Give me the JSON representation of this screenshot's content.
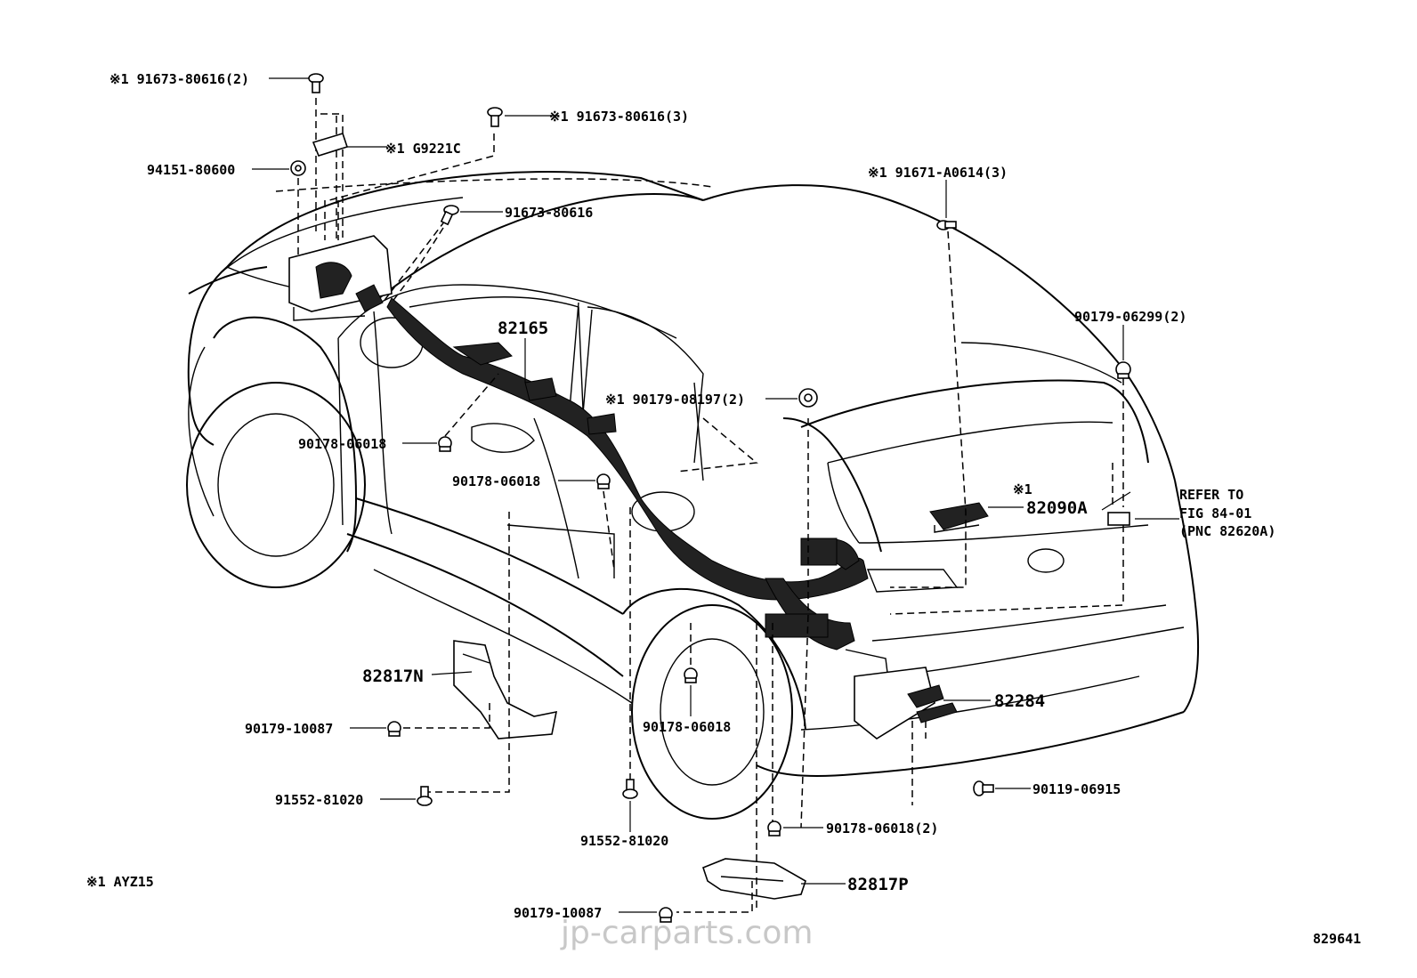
{
  "labels": {
    "l01": "※1 91673-80616(2)",
    "l02": "※1 91673-80616(3)",
    "l03": "※1 G9221C",
    "l04": "94151-80600",
    "l05": "91673-80616",
    "l06": "※1 91671-A0614(3)",
    "l07": "82165",
    "l08": "90179-06299(2)",
    "l09": "※1 90179-08197(2)",
    "l10": "90178-06018",
    "l11": "90178-06018",
    "l12": "※1",
    "l13": "82090A",
    "l14": "REFER TO",
    "l15": "FIG 84-01",
    "l16": "(PNC 82620A)",
    "l17": "82817N",
    "l18": "90179-10087",
    "l19": "90178-06018",
    "l20": "82284",
    "l21": "91552-81020",
    "l22": "91552-81020",
    "l23": "90119-06915",
    "l24": "90178-06018(2)",
    "l25": "82817P",
    "l26": "90179-10087",
    "l27": "※1 AYZ15",
    "l28": "829641"
  },
  "watermark": "jp-carparts.com"
}
